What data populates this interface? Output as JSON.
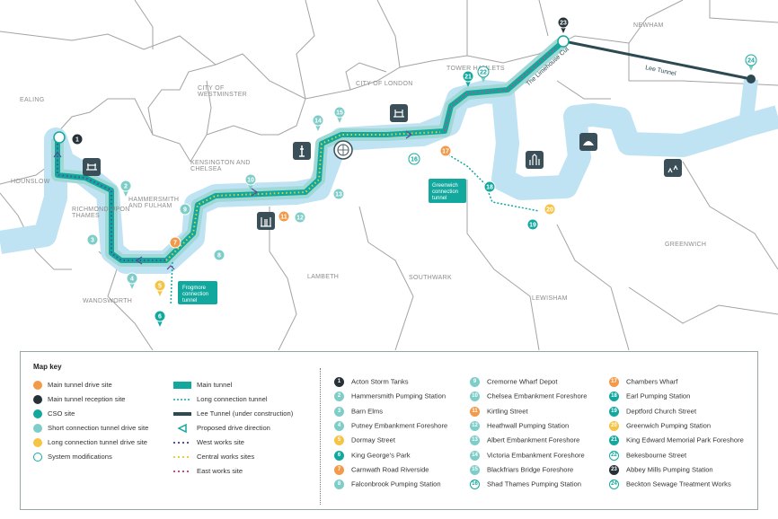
{
  "colors": {
    "river": "#bfe3f2",
    "main_tunnel": "#13a89e",
    "lee_tunnel": "#2d4a52",
    "short_connection": "#7fcdc8",
    "drive_site": "#f29a4a",
    "reception_site": "#263238",
    "cso_site": "#13a89e",
    "long_connection_drive": "#f6c445",
    "border": "#a3a3a3",
    "west_works": "#5b4a9c",
    "central_works": "#e4d13a",
    "east_works": "#c24a86"
  },
  "map": {
    "boroughs": [
      "EALING",
      "HOUNSLOW",
      "RICHMOND UPON THAMES",
      "HAMMERSMITH AND FULHAM",
      "KENSINGTON AND CHELSEA",
      "CITY OF WESTMINSTER",
      "CITY OF LONDON",
      "TOWER HAMLETS",
      "NEWHAM",
      "WANDSWORTH",
      "LAMBETH",
      "SOUTHWARK",
      "LEWISHAM",
      "GREENWICH"
    ],
    "callouts": {
      "frogmore": "Frogmore connection tunnel",
      "greenwich": "Greenwich connection tunnel"
    },
    "line_labels": {
      "limehouse": "The Limehouse Cut",
      "lee": "Lee Tunnel"
    },
    "site_markers": [
      "1",
      "2",
      "3",
      "4",
      "5",
      "6",
      "7",
      "8",
      "9",
      "10",
      "11",
      "12",
      "13",
      "14",
      "15",
      "16",
      "17",
      "18",
      "19",
      "20",
      "21",
      "22",
      "23",
      "24"
    ],
    "icons": [
      "bridge-icon",
      "big-ben-icon",
      "london-eye-icon",
      "tower-bridge-icon",
      "battersea-icon",
      "canary-wharf-icon",
      "o2-dome-icon",
      "thames-barrier-icon"
    ]
  },
  "legend": {
    "title": "Map key",
    "col1": [
      {
        "label": "Main tunnel drive site",
        "symbol": "drive_site"
      },
      {
        "label": "Main tunnel reception site",
        "symbol": "reception_site"
      },
      {
        "label": "CSO site",
        "symbol": "cso_site"
      },
      {
        "label": "Short connection tunnel drive site",
        "symbol": "short_connection"
      },
      {
        "label": "Long connection tunnel drive site",
        "symbol": "long_connection_drive"
      },
      {
        "label": "System modifications",
        "symbol": "system_modifications"
      }
    ],
    "col2": [
      {
        "label": "Main tunnel"
      },
      {
        "label": "Long connection tunnel"
      },
      {
        "label": "Lee Tunnel (under construction)"
      },
      {
        "label": "Proposed drive direction"
      },
      {
        "label": "West works site"
      },
      {
        "label": "Central works sites"
      },
      {
        "label": "East works site"
      }
    ],
    "sites": [
      {
        "n": "1",
        "name": "Acton Storm Tanks",
        "type": "reception"
      },
      {
        "n": "2",
        "name": "Hammersmith Pumping Station",
        "type": "short"
      },
      {
        "n": "3",
        "name": "Barn Elms",
        "type": "short"
      },
      {
        "n": "4",
        "name": "Putney Embankment Foreshore",
        "type": "short"
      },
      {
        "n": "5",
        "name": "Dormay Street",
        "type": "long"
      },
      {
        "n": "6",
        "name": "King George's Park",
        "type": "cso"
      },
      {
        "n": "7",
        "name": "Carnwath Road Riverside",
        "type": "drive"
      },
      {
        "n": "8",
        "name": "Falconbrook Pumping Station",
        "type": "short"
      },
      {
        "n": "9",
        "name": "Cremorne Wharf Depot",
        "type": "short"
      },
      {
        "n": "10",
        "name": "Chelsea Embankment Foreshore",
        "type": "short"
      },
      {
        "n": "11",
        "name": "Kirtling Street",
        "type": "drive"
      },
      {
        "n": "12",
        "name": "Heathwall Pumping Station",
        "type": "short"
      },
      {
        "n": "13",
        "name": "Albert Embankment Foreshore",
        "type": "short"
      },
      {
        "n": "14",
        "name": "Victoria Embankment Foreshore",
        "type": "short"
      },
      {
        "n": "15",
        "name": "Blackfriars Bridge Foreshore",
        "type": "short"
      },
      {
        "n": "16",
        "name": "Shad Thames Pumping Station",
        "type": "system"
      },
      {
        "n": "17",
        "name": "Chambers Wharf",
        "type": "drive"
      },
      {
        "n": "18",
        "name": "Earl Pumping Station",
        "type": "cso"
      },
      {
        "n": "19",
        "name": "Deptford Church Street",
        "type": "cso"
      },
      {
        "n": "20",
        "name": "Greenwich Pumping Station",
        "type": "long"
      },
      {
        "n": "21",
        "name": "King Edward Memorial Park Foreshore",
        "type": "cso"
      },
      {
        "n": "22",
        "name": "Bekesbourne Street",
        "type": "system"
      },
      {
        "n": "23",
        "name": "Abbey Mills Pumping Station",
        "type": "reception"
      },
      {
        "n": "24",
        "name": "Beckton Sewage Treatment Works",
        "type": "system"
      }
    ]
  }
}
